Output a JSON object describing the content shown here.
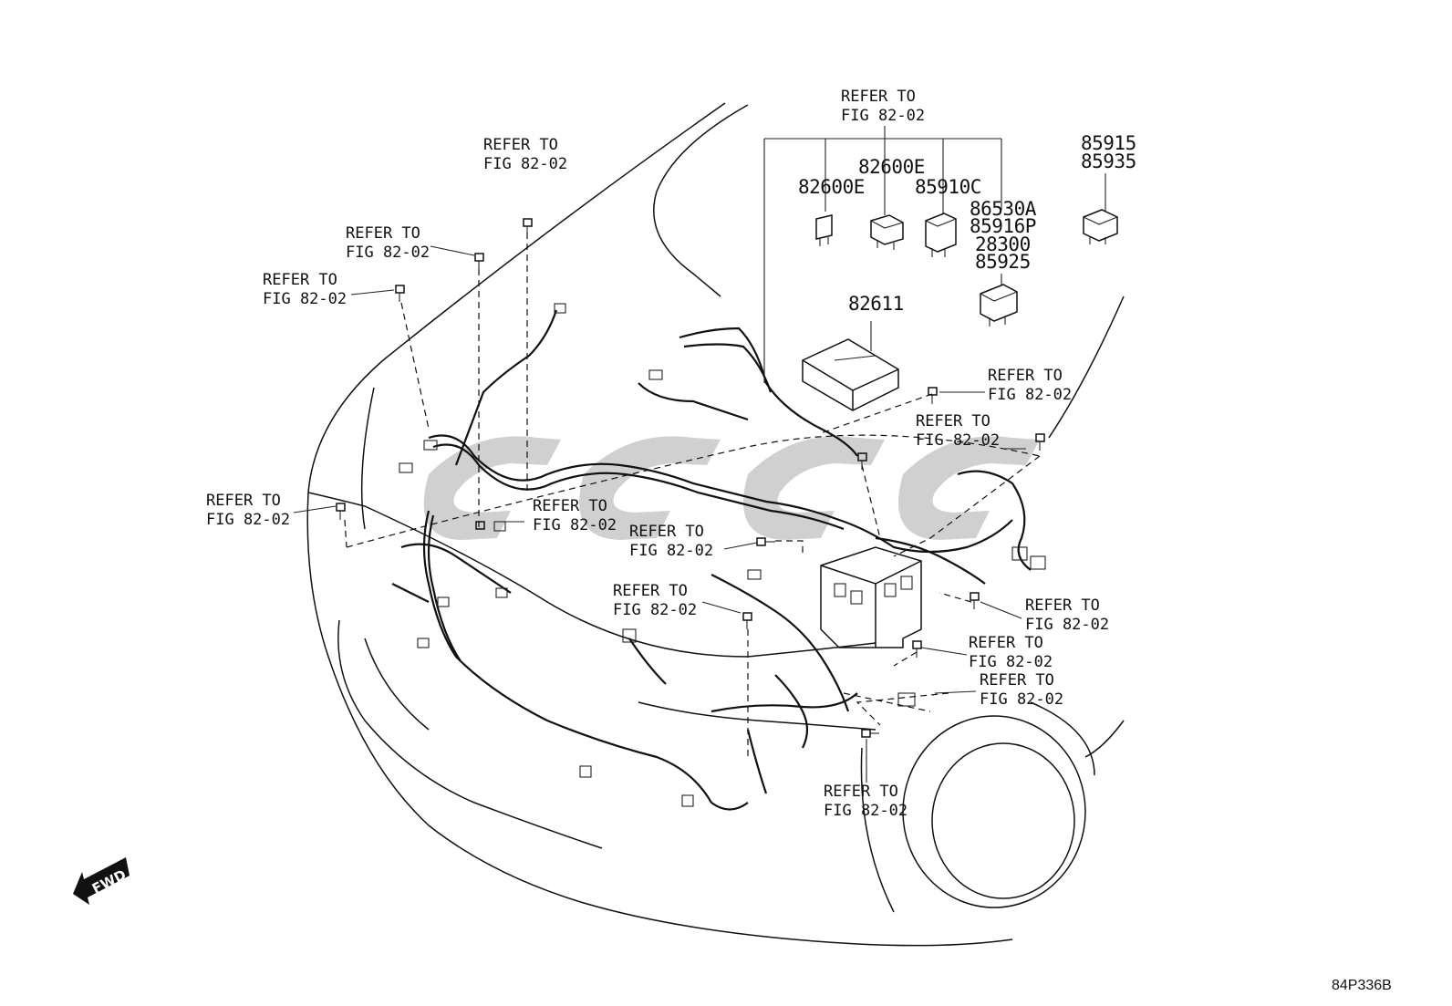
{
  "refer_text": [
    "REFER TO",
    "FIG 82-02"
  ],
  "callouts": [
    {
      "id": "c1",
      "line1": "REFER TO",
      "line2": "FIG 82-02"
    },
    {
      "id": "c2",
      "line1": "REFER TO",
      "line2": "FIG 82-02"
    },
    {
      "id": "c3",
      "line1": "REFER TO",
      "line2": "FIG 82-02"
    },
    {
      "id": "c4",
      "line1": "REFER TO",
      "line2": "FIG 82-02"
    },
    {
      "id": "c5",
      "line1": "REFER TO",
      "line2": "FIG 82-02"
    },
    {
      "id": "c6",
      "line1": "REFER TO",
      "line2": "FIG 82-02"
    },
    {
      "id": "c7",
      "line1": "REFER TO",
      "line2": "FIG 82-02"
    },
    {
      "id": "c8",
      "line1": "REFER TO",
      "line2": "FIG 82-02"
    },
    {
      "id": "c9",
      "line1": "REFER TO",
      "line2": "FIG 82-02"
    },
    {
      "id": "c10",
      "line1": "REFER TO",
      "line2": "FIG 82-02"
    },
    {
      "id": "c11",
      "line1": "REFER TO",
      "line2": "FIG 82-02"
    },
    {
      "id": "c12",
      "line1": "REFER TO",
      "line2": "FIG 82-02"
    },
    {
      "id": "c13",
      "line1": "REFER TO",
      "line2": "FIG 82-02"
    },
    {
      "id": "c14",
      "line1": "REFER TO",
      "line2": "FIG 82-02"
    }
  ],
  "parts": {
    "p82600e_a": "82600E",
    "p82600e_b": "82600E",
    "p85910c": "85910C",
    "p86530a": "86530A",
    "p85916p": "85916P",
    "p28300": "28300",
    "p85925": "85925",
    "p85915": "85915",
    "p85935": "85935",
    "p82611": "82611"
  },
  "fwd_label": "FWD",
  "diagram_code": "84P336B"
}
